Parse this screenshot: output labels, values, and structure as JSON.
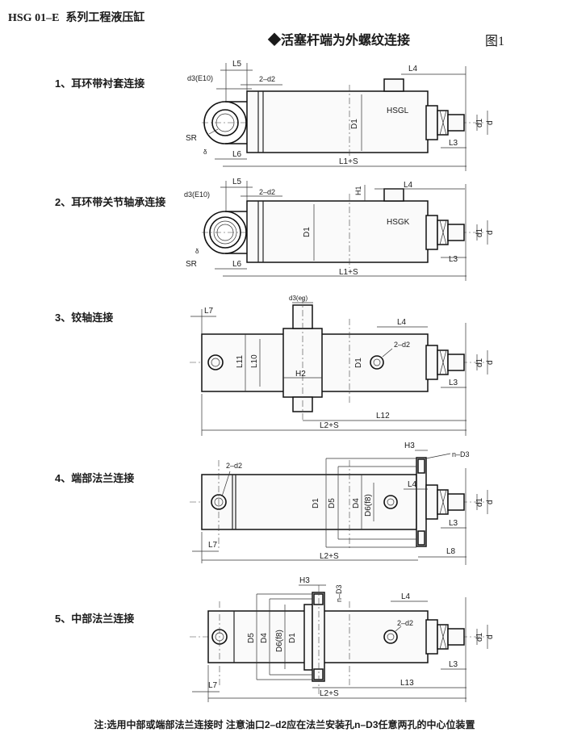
{
  "header": {
    "code": "HSG 01–E",
    "title": "系列工程液压缸"
  },
  "section_title": "◆活塞杆端为外螺纹连接",
  "figure_label": "图1",
  "mounts": [
    {
      "label": "1、耳环带衬套连接"
    },
    {
      "label": "2、耳环带关节轴承连接"
    },
    {
      "label": "3、铰轴连接"
    },
    {
      "label": "4、端部法兰连接"
    },
    {
      "label": "5、中部法兰连接"
    }
  ],
  "dims": {
    "L1S": "L1+S",
    "L2S": "L2+S",
    "L3": "L3",
    "L4": "L4",
    "L5": "L5",
    "L6": "L6",
    "L7": "L7",
    "L8": "L8",
    "L10": "L10",
    "L11": "L11",
    "L12": "L12",
    "L13": "L13",
    "d": "d",
    "d1": "d1",
    "D1": "D1",
    "D4": "D4",
    "D5": "D5",
    "D6": "D6(f8)",
    "d2": "2–d2",
    "d3e": "d3(E10)",
    "d3eg": "d3(eg)",
    "SR": "SR",
    "delta": "δ",
    "H1": "H1",
    "H2": "H2",
    "H3": "H3",
    "nD3": "n–D3"
  },
  "model_tags": {
    "hsgl": "HSGL",
    "hsgk": "HSGK"
  },
  "note": "注:选用中部或端部法兰连接时 注意油口2–d2应在法兰安装孔n–D3任意两孔的中心位装置"
}
